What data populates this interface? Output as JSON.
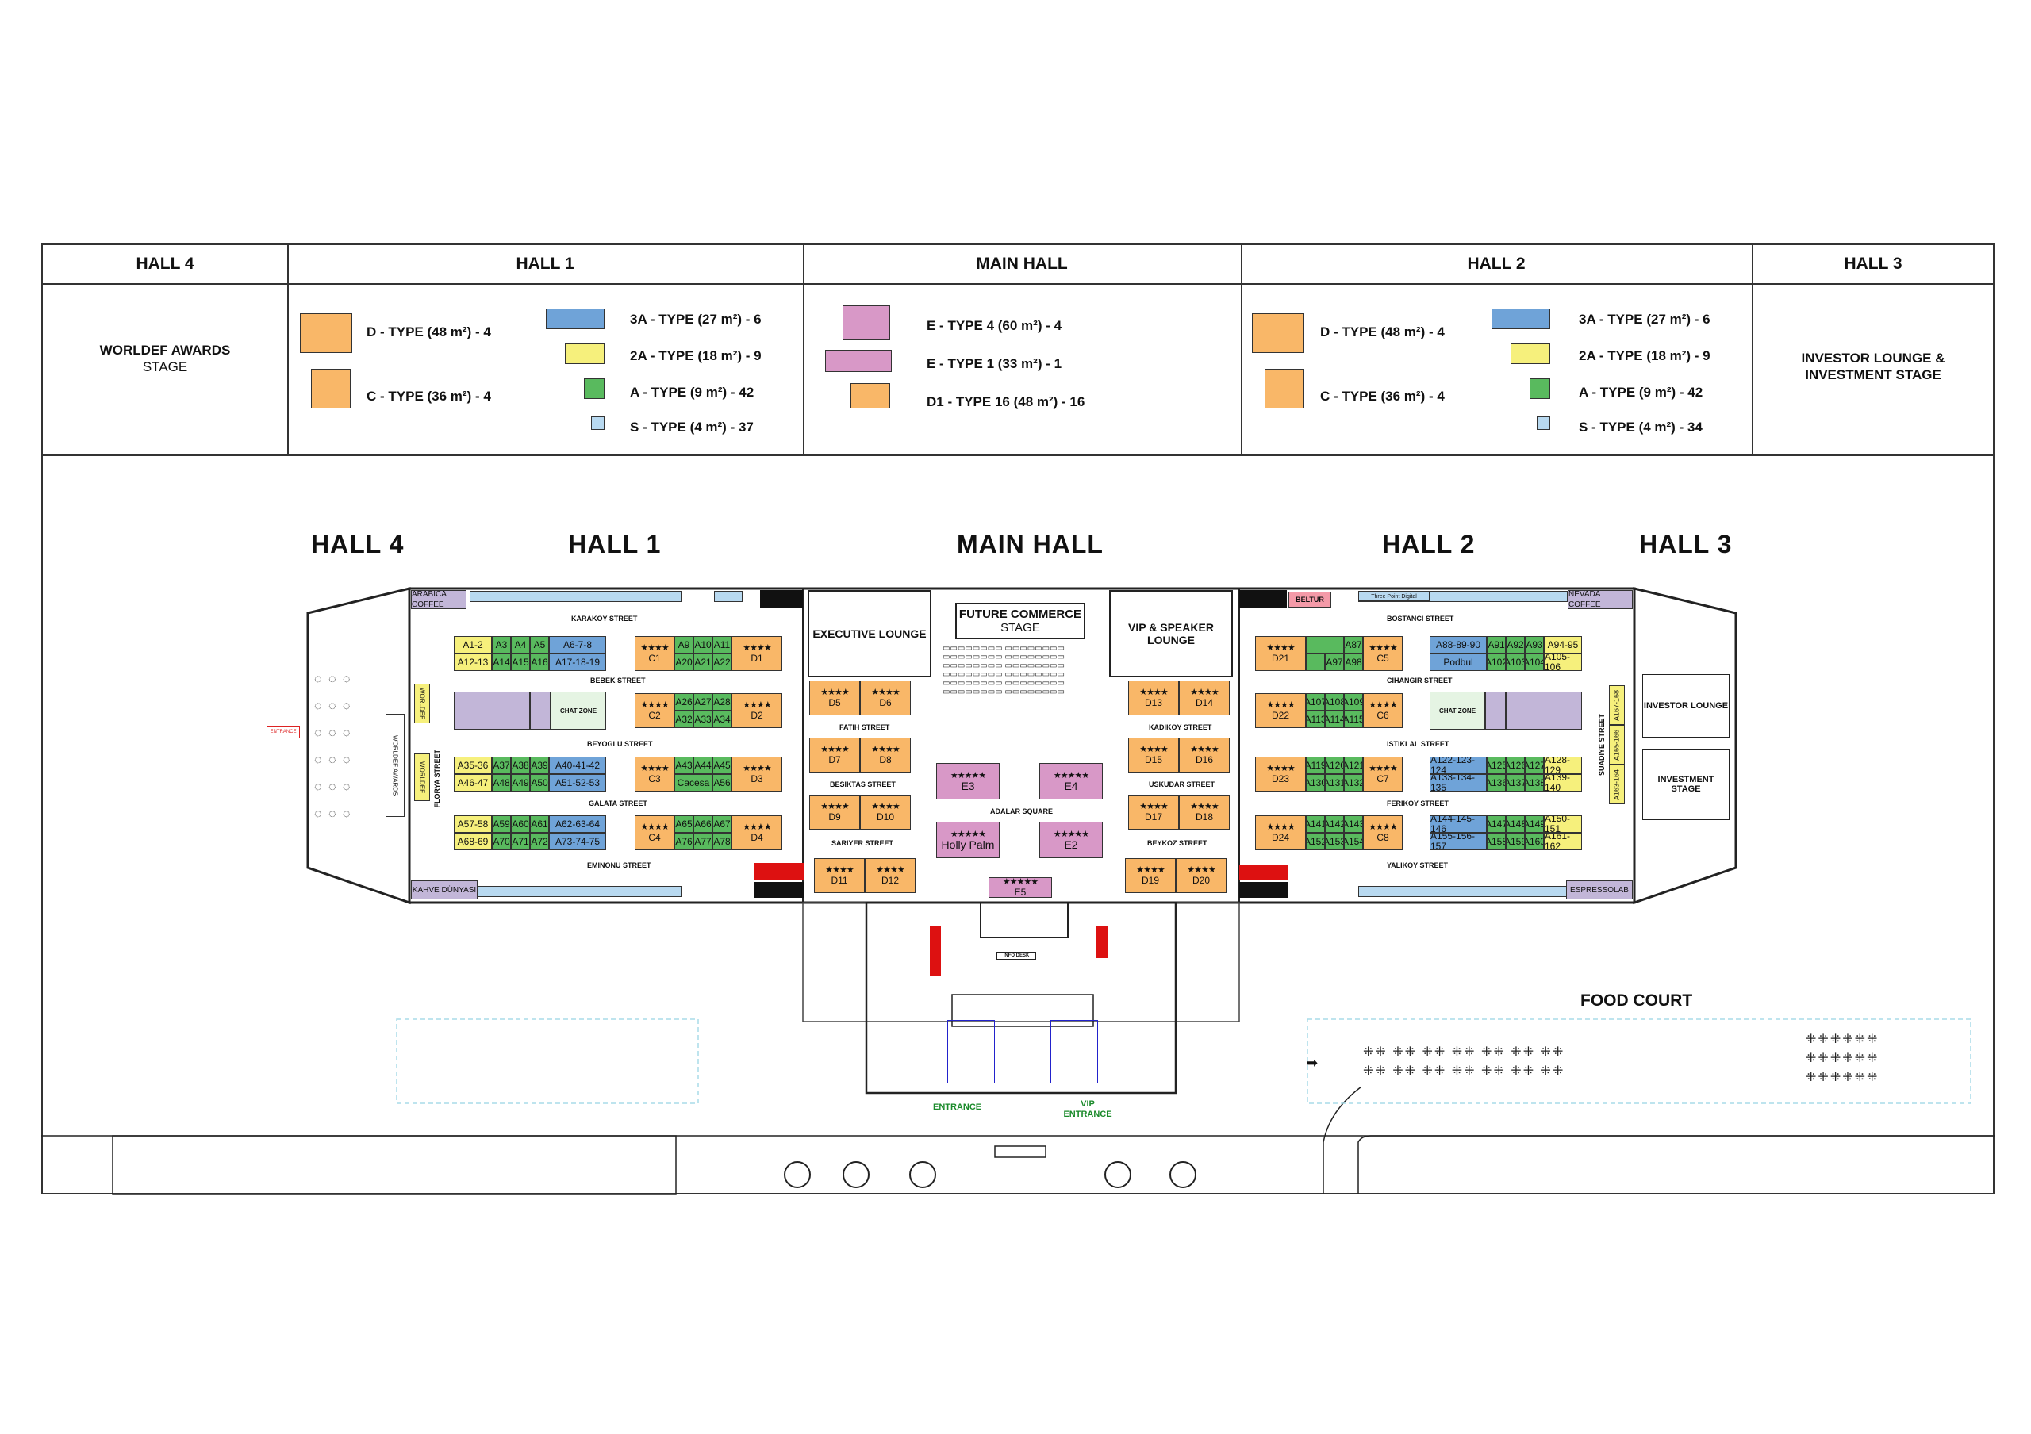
{
  "halls_header": [
    "HALL 4",
    "HALL 1",
    "MAIN HALL",
    "HALL 2",
    "HALL 3"
  ],
  "hall4_cell": {
    "line1": "WORLDEF AWARDS",
    "line2": "STAGE"
  },
  "hall3_cell": {
    "line1": "INVESTOR LOUNGE &",
    "line2": "INVESTMENT STAGE"
  },
  "hall1_legend": [
    {
      "label": "D - TYPE   (48 m²) - 4",
      "color": "#f9b768"
    },
    {
      "label": "C - TYPE   (36 m²) - 4",
      "color": "#f9b768"
    },
    {
      "label": "3A - TYPE   (27 m²) - 6",
      "color": "#6fa3d8"
    },
    {
      "label": "2A - TYPE   (18 m²) - 9",
      "color": "#f6f07c"
    },
    {
      "label": "A - TYPE   (9 m²) - 42",
      "color": "#59ba5e"
    },
    {
      "label": "S - TYPE   (4 m²) - 37",
      "color": "#b8d9f0"
    }
  ],
  "main_legend": [
    {
      "label": "E - TYPE  4   (60 m²) - 4",
      "color": "#d898c7"
    },
    {
      "label": "E - TYPE  1   (33 m²) - 1",
      "color": "#d898c7"
    },
    {
      "label": "D1 - TYPE  16  (48 m²) - 16",
      "color": "#f9b768"
    }
  ],
  "hall2_legend": [
    {
      "label": "D - TYPE   (48 m²) - 4",
      "color": "#f9b768"
    },
    {
      "label": "C - TYPE   (36 m²) - 4",
      "color": "#f9b768"
    },
    {
      "label": "3A - TYPE   (27 m²) - 6",
      "color": "#6fa3d8"
    },
    {
      "label": "2A - TYPE   (18 m²) - 9",
      "color": "#f6f07c"
    },
    {
      "label": "A - TYPE   (9 m²) - 42",
      "color": "#59ba5e"
    },
    {
      "label": "S - TYPE   (4 m²) - 34",
      "color": "#b8d9f0"
    }
  ],
  "map_titles": {
    "hall4": "HALL 4",
    "hall1": "HALL 1",
    "main": "MAIN HALL",
    "hall2": "HALL 2",
    "hall3": "HALL 3",
    "food": "FOOD COURT"
  },
  "zones": {
    "exec": "EXECUTIVE LOUNGE",
    "future": "FUTURE COMMERCE",
    "future_sub": "STAGE",
    "vip": "VIP & SPEAKER LOUNGE",
    "investor": "INVESTOR LOUNGE",
    "investment": "INVESTMENT STAGE",
    "arabica": "ARABICA COFFEE",
    "nevada": "NEVADA COFFEE",
    "kahve": "KAHVE DÜNYASI",
    "espresso": "ESPRESSOLAB",
    "beltur": "BELTUR",
    "entrance": "ENTRANCE",
    "vip_entrance": "VIP ENTRANCE",
    "info": "INFO DESK"
  },
  "streets": {
    "karakoy": "KARAKOY STREET",
    "bebek": "BEBEK STREET",
    "beyoglu": "BEYOGLU STREET",
    "galata": "GALATA STREET",
    "eminonu": "EMINONU STREET",
    "florya": "FLORYA STREET",
    "fatih": "FATIH STREET",
    "besiktas": "BESIKTAS STREET",
    "adalar": "ADALAR SQUARE",
    "sariyer": "SARIYER STREET",
    "kadikoy": "KADIKOY STREET",
    "uskudar": "USKUDAR STREET",
    "beykoz": "BEYKOZ STREET",
    "bostanci": "BOSTANCI STREET",
    "cihangir": "CIHANGIR STREET",
    "istiklal": "ISTIKLAL STREET",
    "ferikoy": "FERIKOY STREET",
    "yalikoy": "YALIKOY STREET",
    "suadiye": "SUADIYE STREET"
  },
  "booths": {
    "stars": "★★★★",
    "stars5": "★★★★★",
    "hall1_D": [
      "D1",
      "D2",
      "D3",
      "D4"
    ],
    "hall1_C": [
      "C1",
      "C2",
      "C3",
      "C4"
    ],
    "hall1_row1": [
      "A1-2",
      "A3",
      "A4",
      "A5",
      "A6-7-8"
    ],
    "hall1_row2": [
      "A12-13",
      "A14",
      "A15",
      "A16",
      "A17-18-19"
    ],
    "hall1_row3": [
      "A35-36",
      "A37",
      "A38",
      "A39",
      "A40-41-42"
    ],
    "hall1_row4": [
      "A46-47",
      "A48",
      "A49",
      "A50",
      "A51-52-53"
    ],
    "hall1_row5": [
      "A57-58",
      "A59",
      "A60",
      "A61",
      "A62-63-64"
    ],
    "hall1_row6": [
      "A68-69",
      "A70",
      "A71",
      "A72",
      "A73-74-75"
    ],
    "hall1_mid_top": [
      "A9",
      "A10",
      "A11"
    ],
    "hall1_mid_2": [
      "A20",
      "A21",
      "A22"
    ],
    "hall1_mid_3": [
      "A26",
      "A27",
      "A28"
    ],
    "hall1_mid_4": [
      "A32",
      "A33",
      "A34"
    ],
    "hall1_mid_5": [
      "A43",
      "A44",
      "A45"
    ],
    "hall1_mid_6": [
      "Cacesa",
      "A56"
    ],
    "hall1_mid_7": [
      "A65",
      "A66",
      "A67"
    ],
    "hall1_mid_8": [
      "A76",
      "A77",
      "A78"
    ],
    "main_left": [
      "D5",
      "D6",
      "D7",
      "D8",
      "D9",
      "D10",
      "D11",
      "D12"
    ],
    "main_right": [
      "D13",
      "D14",
      "D15",
      "D16",
      "D17",
      "D18",
      "D19",
      "D20"
    ],
    "main_E": [
      "E3",
      "E4",
      "Holly Palm",
      "E2",
      "E5"
    ],
    "hall2_D": [
      "D21",
      "D22",
      "D23",
      "D24"
    ],
    "hall2_C": [
      "C5",
      "C6",
      "C7",
      "C8"
    ],
    "hall2_mid_1": [
      "A87",
      "A97",
      "A98"
    ],
    "hall2_mid_2": [
      "A107",
      "A108",
      "A109"
    ],
    "hall2_mid_3": [
      "A113",
      "A114",
      "A115"
    ],
    "hall2_mid_4": [
      "A119",
      "A120",
      "A121"
    ],
    "hall2_mid_5": [
      "A130",
      "A131",
      "A132"
    ],
    "hall2_mid_6": [
      "A141",
      "A142",
      "A143"
    ],
    "hall2_mid_7": [
      "A152",
      "A153",
      "A154"
    ],
    "hall2_r1": [
      "A88-89-90",
      "A91",
      "A92",
      "A93",
      "A94-95"
    ],
    "hall2_r2": [
      "Podbul",
      "A102",
      "A103",
      "A104",
      "A105-106"
    ],
    "hall2_r3": [
      "A122-123-124",
      "A125",
      "A126",
      "A127",
      "A128-129"
    ],
    "hall2_r4": [
      "A133-134-135",
      "A136",
      "A137",
      "A138",
      "A139-140"
    ],
    "hall2_r5": [
      "A144-145-146",
      "A147",
      "A148",
      "A149",
      "A150-151"
    ],
    "hall2_r6": [
      "A155-156-157",
      "A158",
      "A159",
      "A160",
      "A161-162"
    ],
    "suadiye_booths": [
      "A163-164",
      "A165-166",
      "A167-168"
    ],
    "worldef": [
      "WORLDEF",
      "WORLDEF"
    ],
    "chat": "CHAT ZONE",
    "three_point": "Three Point Digital"
  }
}
